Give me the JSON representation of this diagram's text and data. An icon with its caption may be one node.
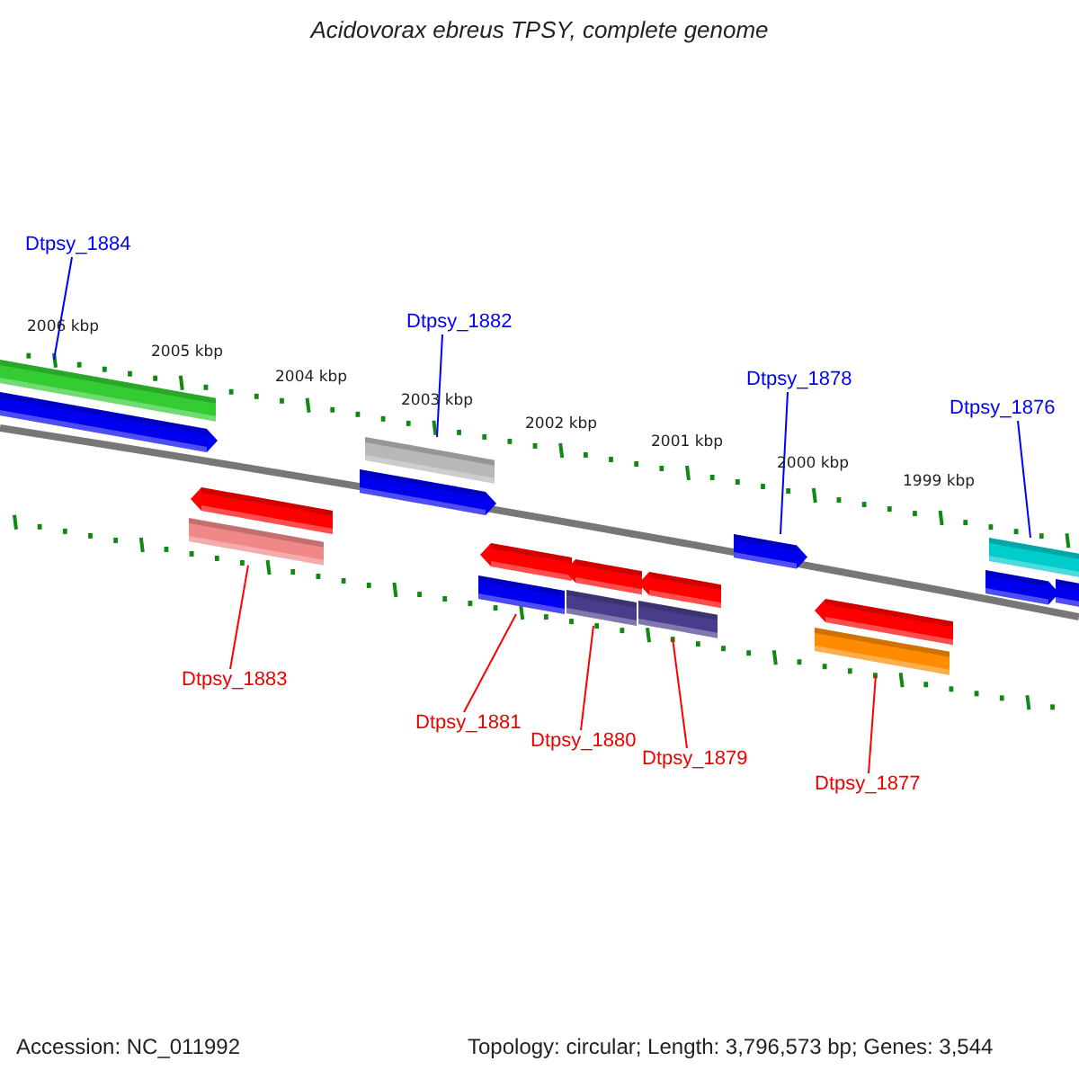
{
  "diagram": {
    "title": "Acidovorax ebreus TPSY, complete genome",
    "nodes": [
      {
        "text": [
          "Dtpsy_1884"
        ]
      },
      {
        "text": [
          "Dtpsy_1882"
        ]
      },
      {
        "text": [
          "Dtpsy_1878"
        ]
      },
      {
        "text": [
          "Dtpsy_1876"
        ]
      },
      {
        "text": [
          "Dtpsy_1883"
        ]
      },
      {
        "text": [
          "Dtpsy_1881"
        ]
      },
      {
        "text": [
          "Dtpsy_1880"
        ]
      },
      {
        "text": [
          "Dtpsy_1879"
        ]
      },
      {
        "text": [
          "Dtpsy_1877"
        ]
      },
      {
        "text": [],
        "shape": "bar"
      },
      {
        "text": [],
        "shape": "arrow"
      },
      {
        "text": [],
        "shape": "bar"
      },
      {
        "text": [],
        "shape": "arrow"
      },
      {
        "text": [],
        "shape": "arrow"
      },
      {
        "text": [],
        "shape": "bar"
      },
      {
        "text": [],
        "shape": "arrow"
      },
      {
        "text": [],
        "shape": "bar"
      },
      {
        "text": [],
        "shape": "arrow"
      },
      {
        "text": [],
        "shape": "bar"
      },
      {
        "text": [],
        "shape": "arrow"
      },
      {
        "text": [],
        "shape": "bar"
      },
      {
        "text": [],
        "shape": "arrow"
      },
      {
        "text": [],
        "shape": "arrow"
      },
      {
        "text": [],
        "shape": "bar"
      },
      {
        "text": [],
        "shape": "bar"
      },
      {
        "text": [],
        "shape": "arrow"
      },
      {
        "text": [],
        "shape": "bar"
      }
    ],
    "edges": [
      {
        "from": 0,
        "to": 9,
        "arrow": "none",
        "color": "#0000ff"
      },
      {
        "from": 1,
        "to": 11,
        "arrow": "none",
        "color": "#0000ff"
      },
      {
        "from": 2,
        "to": 21,
        "arrow": "none",
        "color": "#0000ff"
      },
      {
        "from": 3,
        "to": 24,
        "arrow": "none",
        "color": "#0000ff"
      },
      {
        "from": 4,
        "to": 14,
        "arrow": "none"
      },
      {
        "from": 5,
        "to": 16,
        "arrow": "none"
      },
      {
        "from": 6,
        "to": 18,
        "arrow": "none"
      },
      {
        "from": 7,
        "to": 20,
        "arrow": "none"
      },
      {
        "from": 8,
        "to": 23,
        "arrow": "none"
      }
    ],
    "labels": [
      "2006 kbp",
      "2005 kbp",
      "2004 kbp",
      "2003 kbp",
      "2002 kbp",
      "2001 kbp",
      "2000 kbp",
      "1999 kbp",
      "Accession: NC_011992",
      "Topology: circular; Length: 3,796,573 bp; Genes: 3,544"
    ]
  }
}
